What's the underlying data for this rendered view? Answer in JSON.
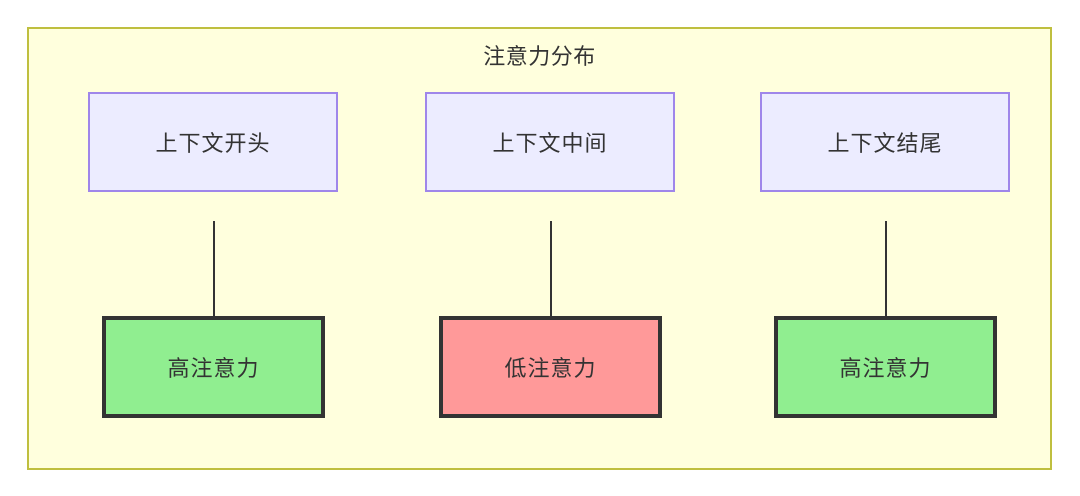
{
  "diagram": {
    "title": "注意力分布",
    "colors": {
      "container_bg": "#ffffdd",
      "container_border": "#bfbf3f",
      "context_bg": "#ececff",
      "context_border": "#9f86ea",
      "high_attention_bg": "#90ee90",
      "low_attention_bg": "#ff9999",
      "node_border": "#333333",
      "edge": "#333333",
      "text": "#333333"
    },
    "flows": [
      {
        "id": "start",
        "source": {
          "label": "上下文开头",
          "type": "context"
        },
        "target": {
          "label": "高注意力",
          "type": "high-attention"
        },
        "edge": {
          "type": "arrow",
          "direction": "down"
        }
      },
      {
        "id": "middle",
        "source": {
          "label": "上下文中间",
          "type": "context"
        },
        "target": {
          "label": "低注意力",
          "type": "low-attention"
        },
        "edge": {
          "type": "arrow",
          "direction": "down"
        }
      },
      {
        "id": "end",
        "source": {
          "label": "上下文结尾",
          "type": "context"
        },
        "target": {
          "label": "高注意力",
          "type": "high-attention"
        },
        "edge": {
          "type": "arrow",
          "direction": "down"
        }
      }
    ]
  }
}
